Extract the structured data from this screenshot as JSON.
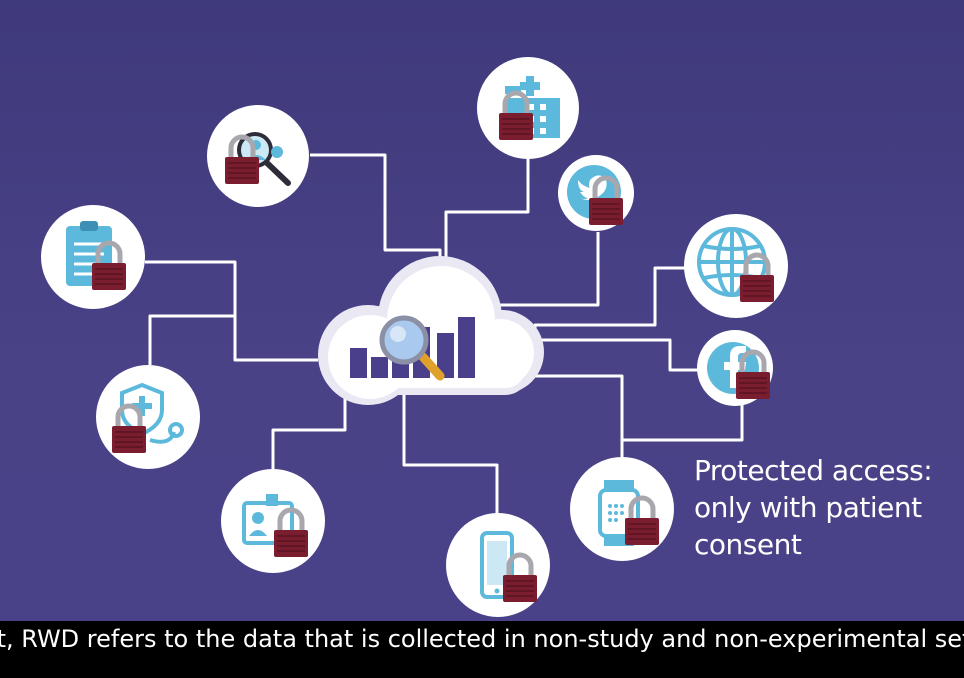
{
  "callout": {
    "line1": "Protected access:",
    "line2": "only with patient",
    "line3": "consent"
  },
  "subtitle": {
    "text": "art, RWD refers to the data that is collected in non-study and non-experimental settin"
  },
  "colors": {
    "background": "#463f84",
    "node_fill": "#ffffff",
    "icon_blue": "#5db9dc",
    "lock_red": "#7a1d2e",
    "lock_shackle": "#a7a7ad",
    "line": "#ffffff",
    "subtitle_bg": "#000000"
  },
  "icons": {
    "center": "cloud-analytics-icon",
    "nodes": [
      "search-people-icon",
      "hospital-building-icon",
      "twitter-icon",
      "clipboard-icon",
      "globe-icon",
      "facebook-icon",
      "medical-shield-stethoscope-icon",
      "id-badge-icon",
      "smartphone-icon",
      "smartwatch-icon"
    ],
    "lock": "padlock-icon"
  }
}
